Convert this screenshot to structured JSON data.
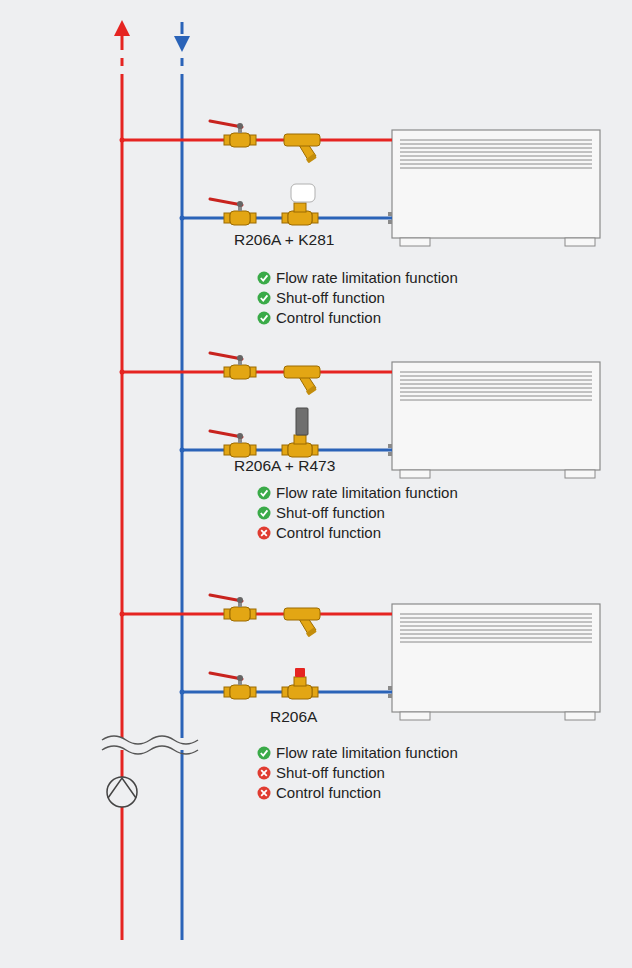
{
  "diagram": {
    "labels": [
      "R206A + K281",
      "Flow rate limitation function",
      "Shut-off function",
      "Control function",
      "R206A + R473",
      "Flow rate limitation function",
      "Shut-off function",
      "Control function",
      "R206A",
      "Flow rate limitation function",
      "Shut-off function",
      "Control function"
    ]
  }
}
